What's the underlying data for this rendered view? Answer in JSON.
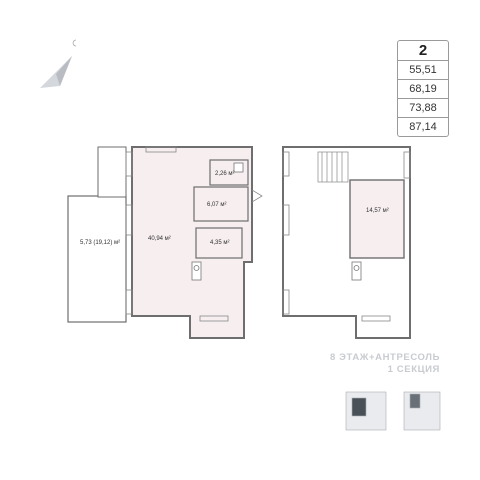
{
  "unit": {
    "rooms_label": "2",
    "areas": [
      "55,51",
      "68,19",
      "73,88",
      "87,14"
    ]
  },
  "rooms": {
    "terrace": "5,73 (19,12) м²",
    "living": "40,94 м²",
    "bath": "2,26 м²",
    "hall": "6,07 м²",
    "storage": "4,35 м²",
    "mezzanine": "14,57 м²"
  },
  "caption": {
    "line1": "8 ЭТАЖ+АНТРЕСОЛЬ",
    "line2": "1 СЕКЦИЯ"
  },
  "colors": {
    "room_fill": "#f7eef0",
    "wall": "#6e6e6e",
    "accent": "#c8cbd0"
  }
}
